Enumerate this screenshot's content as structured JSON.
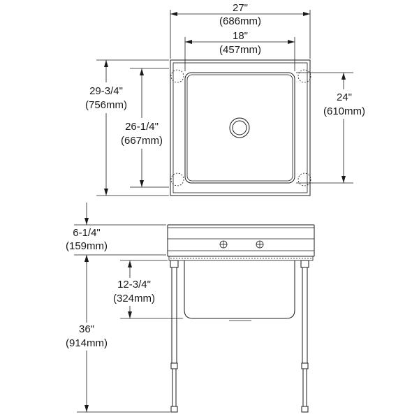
{
  "top_view": {
    "overall_width": {
      "imperial": "27\"",
      "metric": "(686mm)"
    },
    "bowl_width": {
      "imperial": "18\"",
      "metric": "(457mm)"
    },
    "overall_depth": {
      "imperial": "29-3/4\"",
      "metric": "(756mm)"
    },
    "inner_depth": {
      "imperial": "26-1/4\"",
      "metric": "(667mm)"
    },
    "bowl_depth": {
      "imperial": "24\"",
      "metric": "(610mm)"
    }
  },
  "front_view": {
    "backsplash_height": {
      "imperial": "6-1/4\"",
      "metric": "(159mm)"
    },
    "bowl_height": {
      "imperial": "12-3/4\"",
      "metric": "(324mm)"
    },
    "overall_height": {
      "imperial": "36\"",
      "metric": "(914mm)"
    }
  }
}
